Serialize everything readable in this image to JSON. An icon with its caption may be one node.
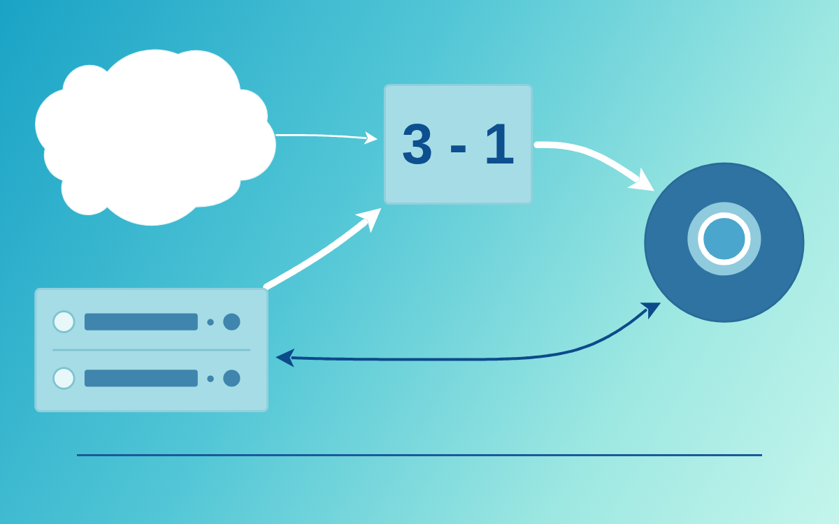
{
  "diagram": {
    "nodes": [
      {
        "text": [],
        "shape": "cloud"
      },
      {
        "text": [],
        "shape": "box"
      },
      {
        "text": [
          "3 - 1"
        ]
      },
      {
        "text": [],
        "shape": "circle"
      }
    ],
    "edges": [
      {
        "from": 1,
        "to": 2,
        "arrow": "to",
        "style": "thick"
      },
      {
        "from": 2,
        "to": 3,
        "arrow": "to",
        "style": "thick"
      },
      {
        "from": 0,
        "to": 2,
        "arrow": "to"
      },
      {
        "from": 1,
        "to": 3,
        "arrow": "both",
        "color": "#0d4a8a"
      }
    ]
  }
}
